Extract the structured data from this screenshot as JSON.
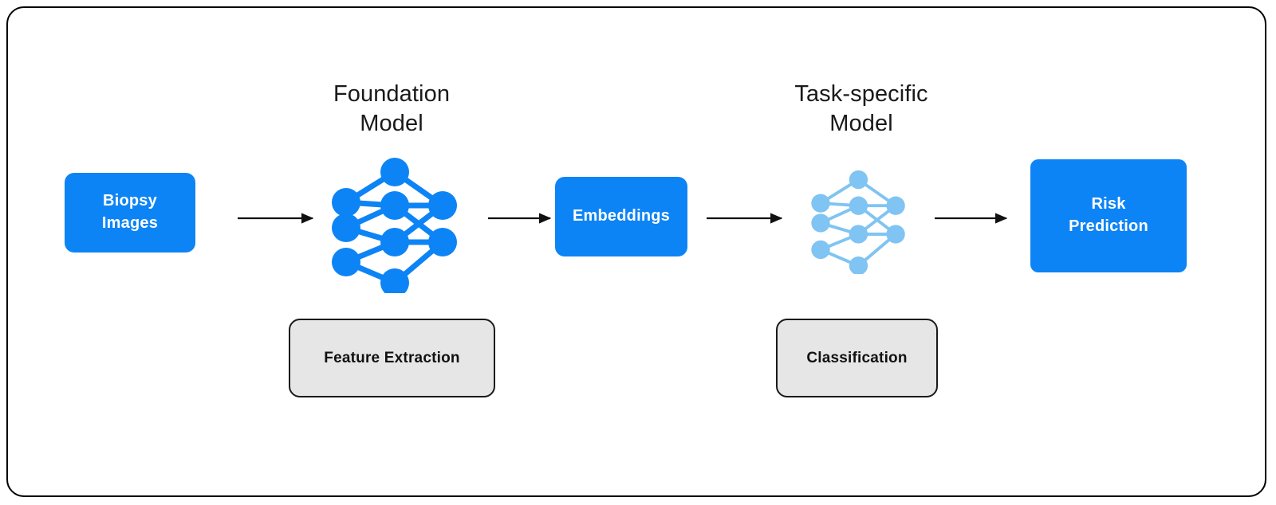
{
  "canvas": {
    "background": "#ffffff",
    "border_color": "#000000",
    "accent_blue": "#0d84f5",
    "accent_blue_light": "#7fc4f2",
    "gray_fill": "#e6e6e6",
    "gray_border": "#1a1a1a",
    "arrow_color": "#111111"
  },
  "pipeline": {
    "boxes": [
      {
        "id": "biopsy-images",
        "label": "Biopsy\nImages",
        "style": "blue"
      },
      {
        "id": "embeddings",
        "label": "Embeddings",
        "style": "blue"
      },
      {
        "id": "risk-prediction",
        "label": "Risk\nPrediction",
        "style": "blue"
      }
    ],
    "stage_titles": [
      {
        "id": "foundation-model",
        "label": "Foundation\nModel"
      },
      {
        "id": "task-specific-model",
        "label": "Task-specific\nModel"
      }
    ],
    "annotations": [
      {
        "id": "feature-extraction",
        "label": "Feature Extraction",
        "style": "gray"
      },
      {
        "id": "classification",
        "label": "Classification",
        "style": "gray"
      }
    ],
    "arrows": [
      {
        "id": "arrow-biopsy-to-foundation",
        "direction": "right"
      },
      {
        "id": "arrow-foundation-to-embeddings",
        "direction": "right"
      },
      {
        "id": "arrow-embeddings-to-task",
        "direction": "right"
      },
      {
        "id": "arrow-task-to-risk",
        "direction": "right"
      }
    ]
  },
  "networks": [
    {
      "id": "foundation-network",
      "color": "#0d84f5",
      "layers": [
        3,
        4,
        2
      ],
      "node_radius": 15,
      "edge_width": 7
    },
    {
      "id": "task-network",
      "color": "#7fc4f2",
      "layers": [
        3,
        4,
        2
      ],
      "node_radius": 12,
      "edge_width": 5
    }
  ],
  "icons": {
    "arrow_right": "arrow-right-icon",
    "neural_network": "neural-network-icon"
  }
}
